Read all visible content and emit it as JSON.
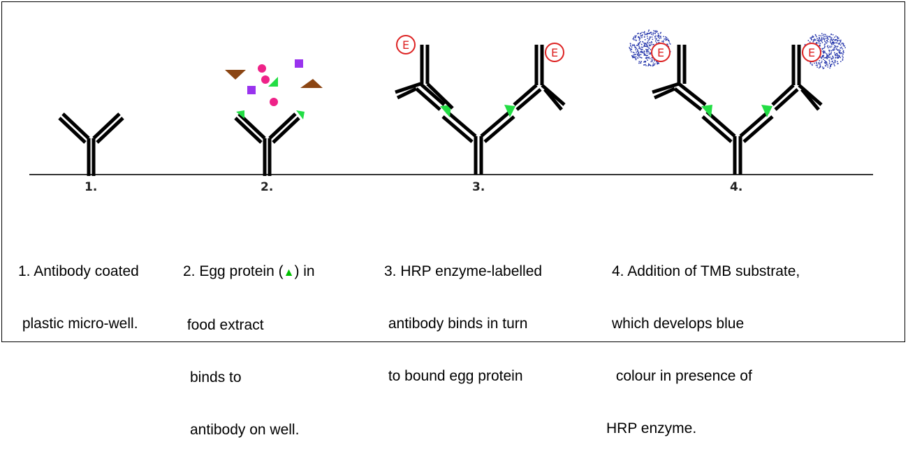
{
  "steps": [
    {
      "number": "1."
    },
    {
      "number": "2."
    },
    {
      "number": "3."
    },
    {
      "number": "4."
    }
  ],
  "captions": [
    {
      "lines": [
        "1. Antibody coated",
        " plastic micro-well."
      ]
    },
    {
      "lines_before": "2. Egg protein (",
      "symbol": "▲",
      "lines_after": ") in",
      "lines": [
        " food extract",
        "binds to",
        "antibody on well."
      ]
    },
    {
      "lines": [
        "3. HRP enzyme-labelled",
        " antibody binds in turn",
        " to bound egg protein"
      ]
    },
    {
      "lines": [
        "4. Addition of TMB substrate,",
        "which develops blue",
        " colour in presence of",
        "HRP enzyme."
      ]
    }
  ],
  "enzyme_label": "E",
  "colors": {
    "antibody": "#000000",
    "egg_protein": "#22dd44",
    "enzyme": "#dd2222",
    "tmb_blue": "#2233aa",
    "magenta": "#ee2288",
    "purple": "#9933ee",
    "brown": "#8b4513"
  }
}
